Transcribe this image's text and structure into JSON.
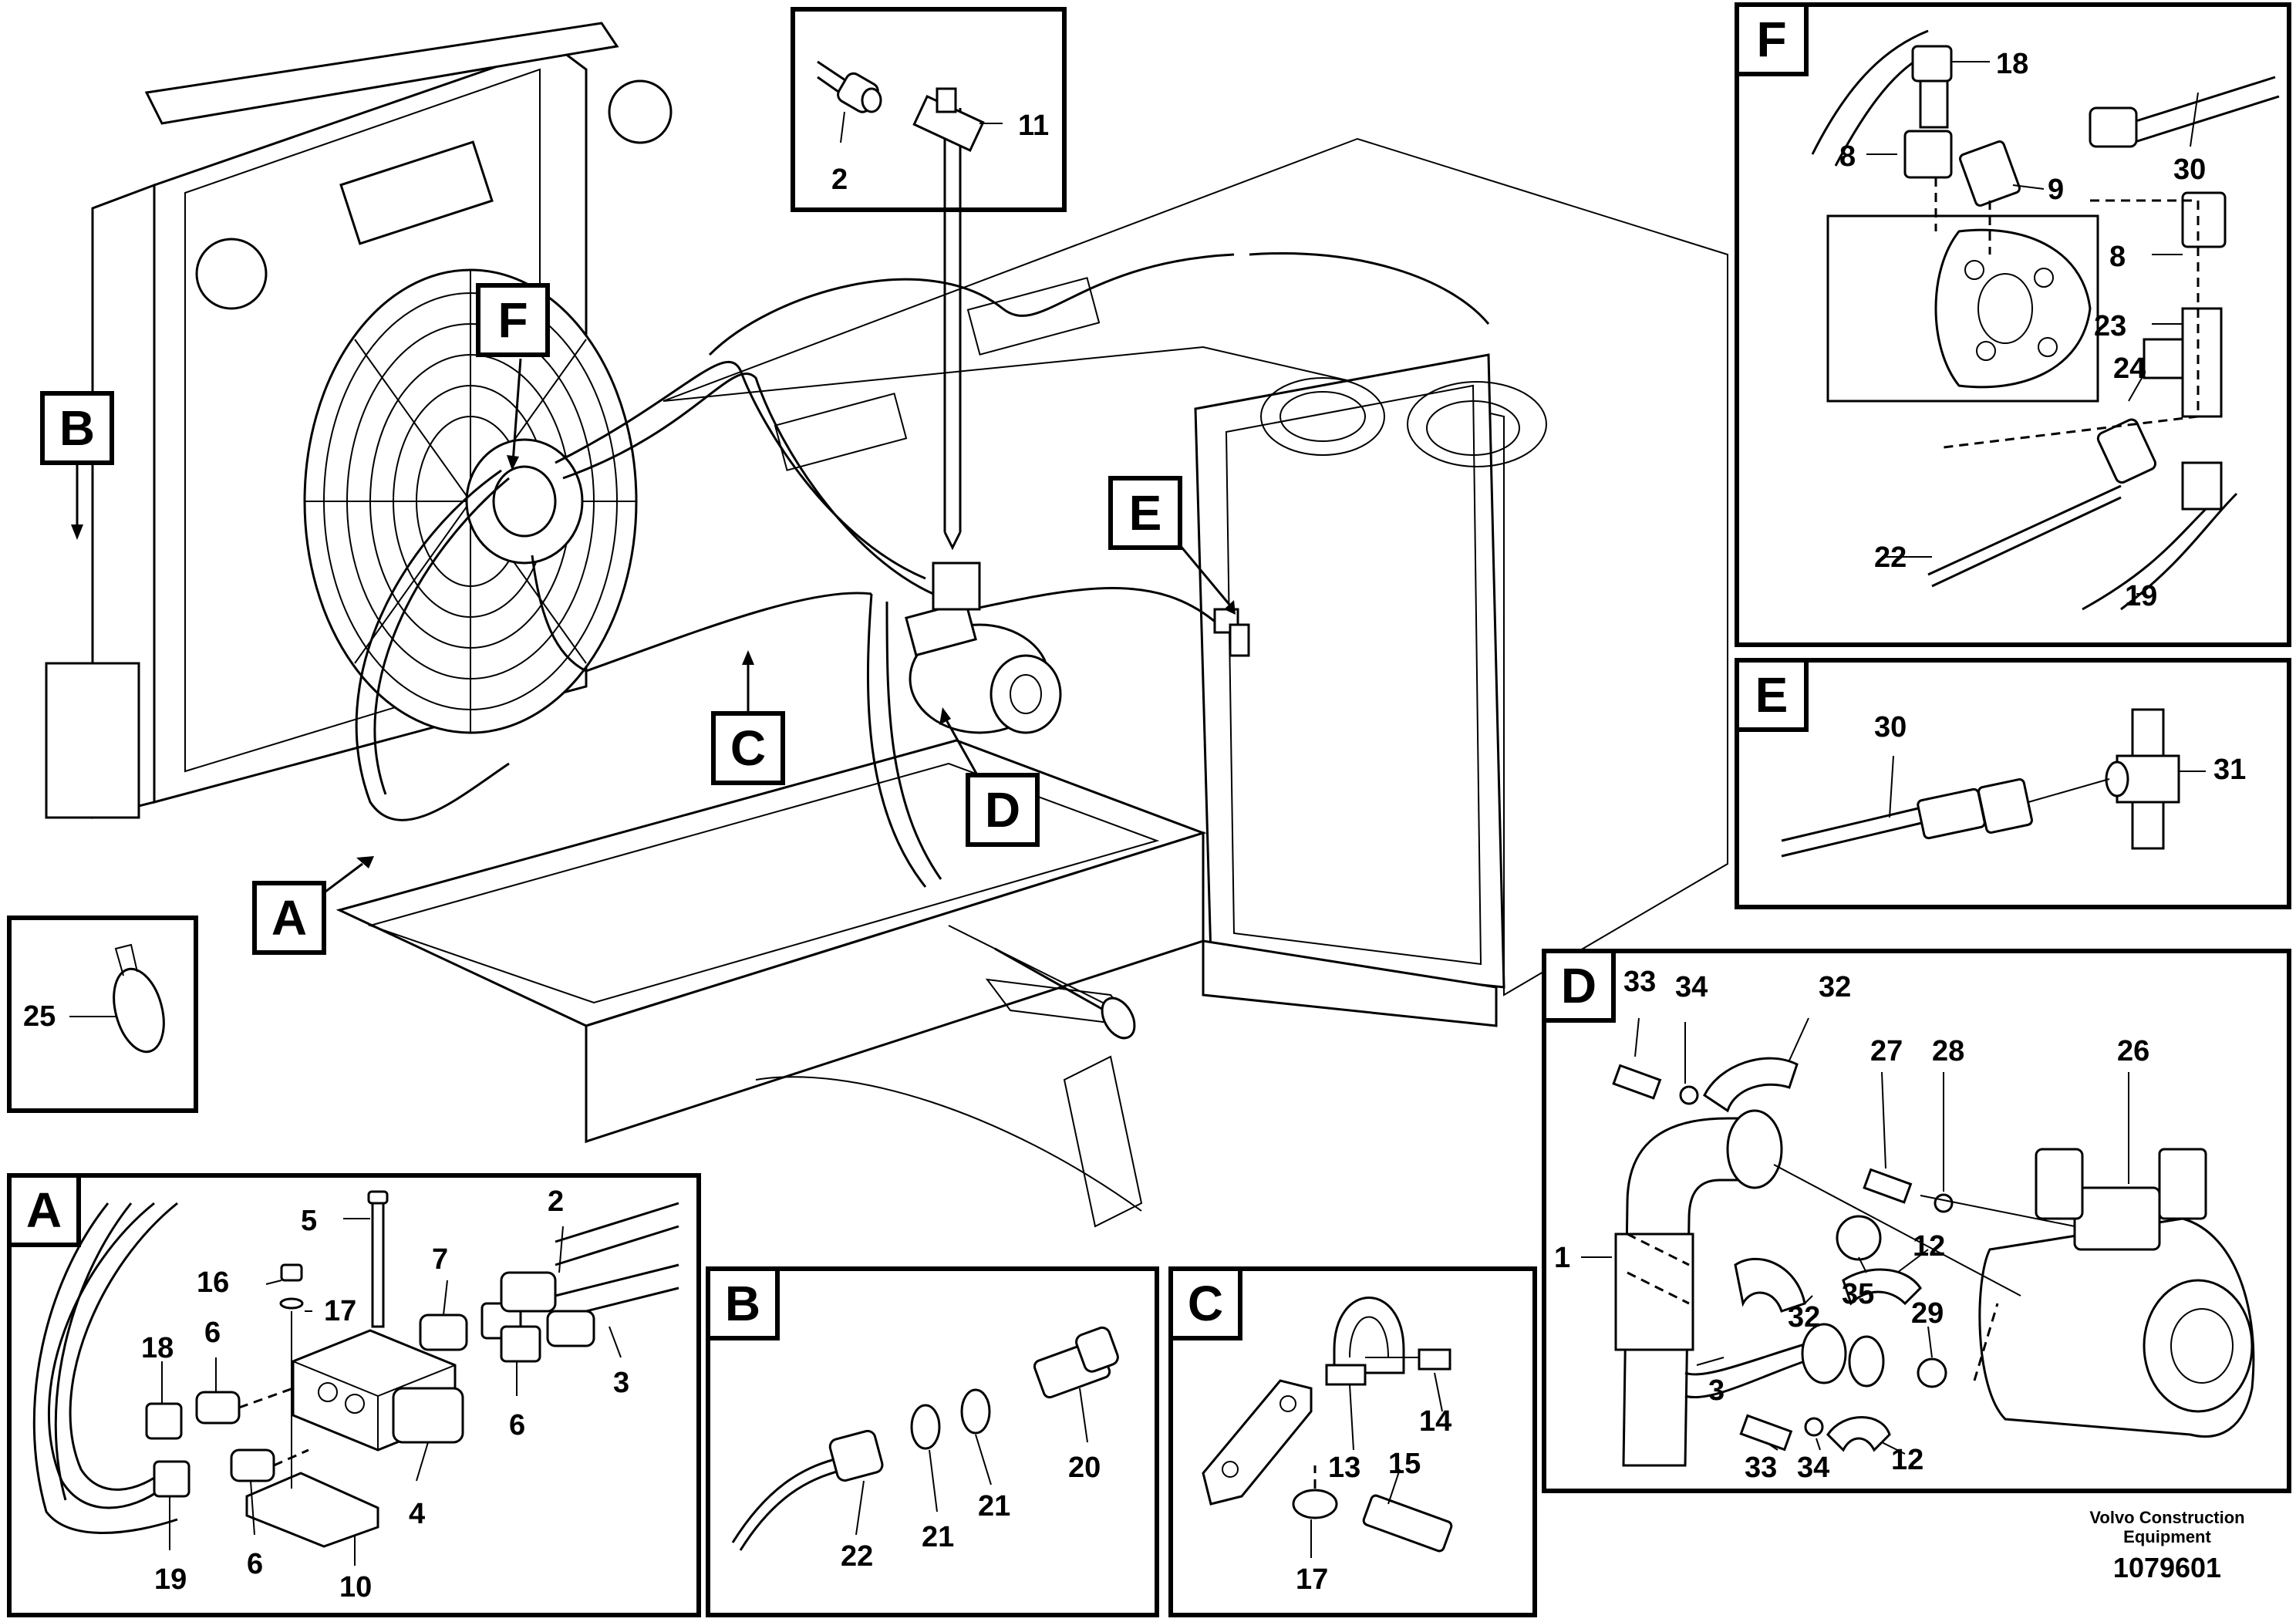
{
  "callouts": {
    "A": "A",
    "B": "B",
    "C": "C",
    "D": "D",
    "E": "E",
    "F": "F"
  },
  "panel_top": {
    "label_2": "2",
    "label_11": "11"
  },
  "panel_F": {
    "letter": "F",
    "labels": [
      "18",
      "8",
      "9",
      "30",
      "8",
      "23",
      "24",
      "22",
      "19"
    ]
  },
  "panel_E": {
    "letter": "E",
    "labels": [
      "30",
      "31"
    ]
  },
  "panel_D": {
    "letter": "D",
    "labels": [
      "33",
      "34",
      "32",
      "27",
      "28",
      "26",
      "1",
      "35",
      "12",
      "32",
      "29",
      "3",
      "33",
      "34",
      "12"
    ]
  },
  "panel_25": {
    "label": "25"
  },
  "panel_A": {
    "letter": "A",
    "labels": [
      "5",
      "2",
      "16",
      "17",
      "7",
      "18",
      "6",
      "3",
      "6",
      "4",
      "19",
      "6",
      "10"
    ]
  },
  "panel_B": {
    "letter": "B",
    "labels": [
      "22",
      "21",
      "21",
      "20"
    ]
  },
  "panel_C": {
    "letter": "C",
    "labels": [
      "14",
      "13",
      "15",
      "17"
    ]
  },
  "footer": {
    "brand_line1": "Volvo Construction",
    "brand_line2": "Equipment",
    "drawing_number": "1079601"
  }
}
